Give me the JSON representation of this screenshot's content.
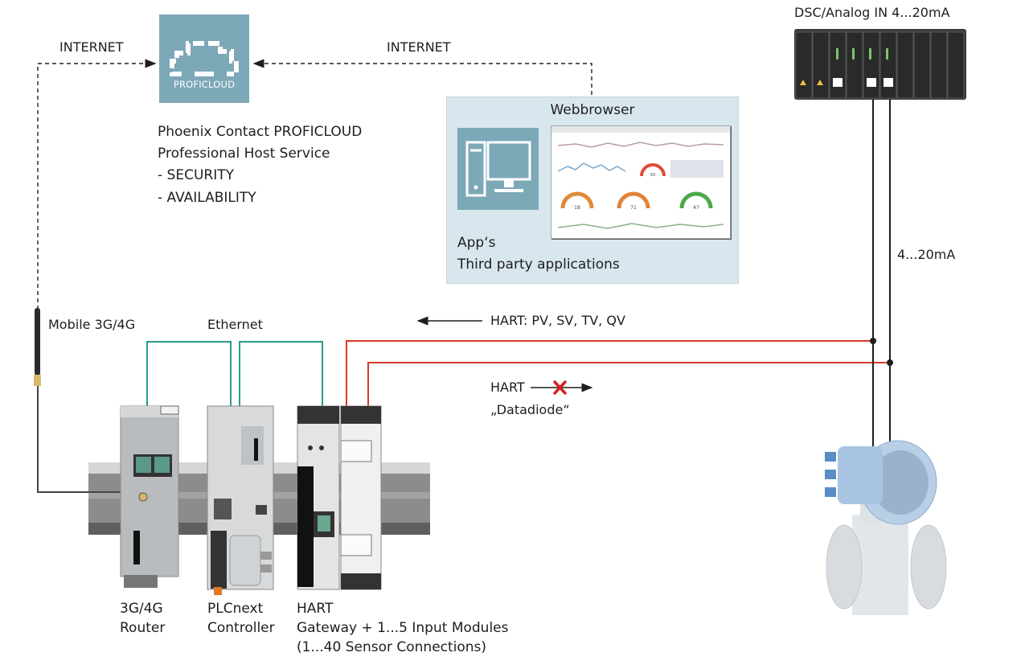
{
  "cloud": {
    "name": "PROFICLOUD",
    "description_lines": [
      "Phoenix Contact PROFICLOUD",
      "Professional Host Service",
      "- SECURITY",
      "- AVAILABILITY"
    ]
  },
  "links": {
    "internet_left": "INTERNET",
    "internet_right": "INTERNET",
    "mobile": "Mobile 3G/4G",
    "ethernet": "Ethernet",
    "current_loop": "4...20mA",
    "hart_values": "HART: PV, SV, TV, QV",
    "hart_blocked": "HART",
    "datadiode": "„Datadiode“"
  },
  "webpanel": {
    "title": "Webbrowser",
    "apps_lines": [
      "App‘s",
      "Third party applications"
    ],
    "gauges": [
      "93",
      "18",
      "71",
      "47"
    ]
  },
  "dsc": {
    "label": "DSC/Analog IN 4...20mA"
  },
  "devices": {
    "router_lines": [
      "3G/4G",
      "Router"
    ],
    "plc_lines": [
      "PLCnext",
      "Controller"
    ],
    "hart_lines": [
      "HART",
      "Gateway + 1...5 Input Modules",
      "(1...40 Sensor Connections)"
    ]
  },
  "colors": {
    "tile": "#7da8b8",
    "panel": "#d8e6ee",
    "ethernet": "#2a9a8a",
    "hart": "#d93a2a",
    "blocked_x": "#d42020"
  },
  "icons": {
    "cloud": "cloud-network-icon",
    "computer": "desktop-computer-icon",
    "blocked": "x-mark-icon"
  }
}
